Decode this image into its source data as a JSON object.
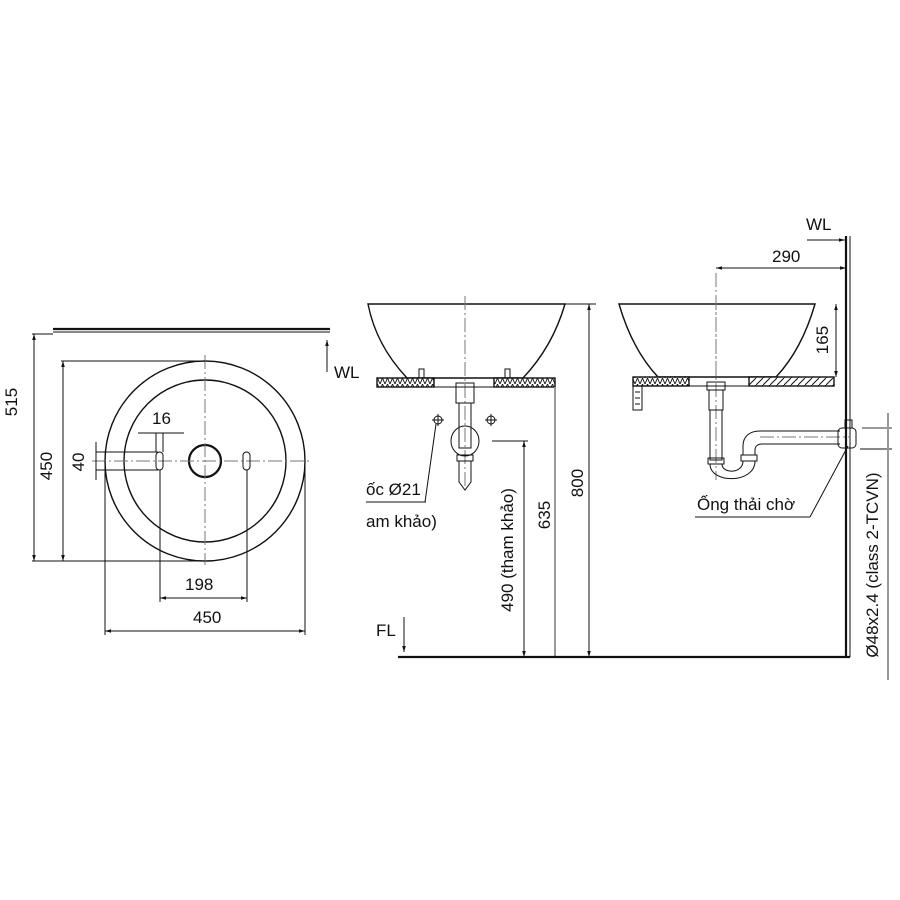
{
  "plan_view": {
    "dim_overall_depth": "515",
    "dim_bowl_depth": "450",
    "dim_slot_length": "40",
    "dim_slot_width": "16",
    "dim_slot_spacing": "198",
    "dim_bowl_width": "450",
    "wl_label": "WL"
  },
  "front_view": {
    "fixing_note_line1": "ốc Ø21",
    "fixing_note_line2": "am khảo)",
    "dim_trap_height": "490 (tham khảo)",
    "dim_counter_bottom": "635",
    "dim_rim_height": "800",
    "fl_label": "FL"
  },
  "side_view": {
    "wl_label": "WL",
    "dim_wall_to_center": "290",
    "dim_bowl_height": "165",
    "waste_pipe_label": "Ống thải chờ",
    "pipe_spec": "Ø48x2.4 (class 2-TCVN)"
  },
  "colors": {
    "line": "#111111",
    "centerline": "#777777",
    "background": "#ffffff"
  }
}
